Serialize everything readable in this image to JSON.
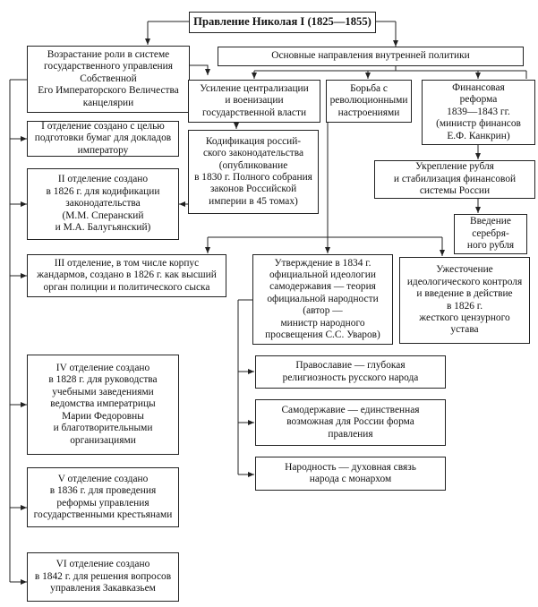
{
  "title": "Правление Николая I (1825—1855)",
  "role": "Возрастание роли в системе\nгосударственного управления\nСобственной\nЕго Императорского Величества\nканцелярии",
  "directions": "Основные направления внутренней политики",
  "centralization": "Усиление централизации\nи военизации\nгосударственной власти",
  "struggle": "Борьба с\nреволюционными\nнастроениями",
  "finance": "Финансовая\nреформа\n1839—1843 гг.\n(министр финансов\nЕ.Ф. Канкрин)",
  "ruble": "Укрепление рубля\nи стабилизация финансовой\nсистемы России",
  "silver": "Введение\nсеребря-\nного рубля",
  "codification": "Кодификация россий-\nского законодательства\n(опубликование\nв 1830 г. Полного собрания\nзаконов Российской\nимперии в 45 томах)",
  "dept1": "I отделение создано с целью\nподготовки бумаг для докладов\nимператору",
  "dept2": "II отделение создано\nв 1826 г. для кодификации\nзаконодательства\n(М.М. Сперанский\nи М.А. Балугьянский)",
  "dept3": "III отделение,  в том числе корпус\nжандармов,  создано в 1826 г. как высший\nорган полиции и политического сыска",
  "dept4": "IV отделение создано\nв 1828 г. для руководства\nучебными заведениями\nведомства императрицы\nМарии Федоровны\nи благотворительными\nорганизациями",
  "dept5": "V отделение создано\nв 1836 г. для проведения\nреформы управления\nгосударственными крестьянами",
  "dept6": "VI отделение создано\nв 1842 г. для решения вопросов\nуправления Закавказьем",
  "ideology": "Утверждение в 1834 г.\nофициальной идеологии\nсамодержавия — теория\nофициальной народности\n(автор —\nминистр народного\nпросвещения С.С. Уваров)",
  "censorship": "Ужесточение\nидеологического контроля\nи введение в действие\nв 1826 г.\nжесткого цензурного\nустава",
  "orthodoxy": "Православие — глубокая\nрелигиозность русского народа",
  "autocracy": "Самодержавие — единственная\nвозможная для России форма\nправления",
  "nationality": "Народность — духовная связь\nнарода с монархом"
}
